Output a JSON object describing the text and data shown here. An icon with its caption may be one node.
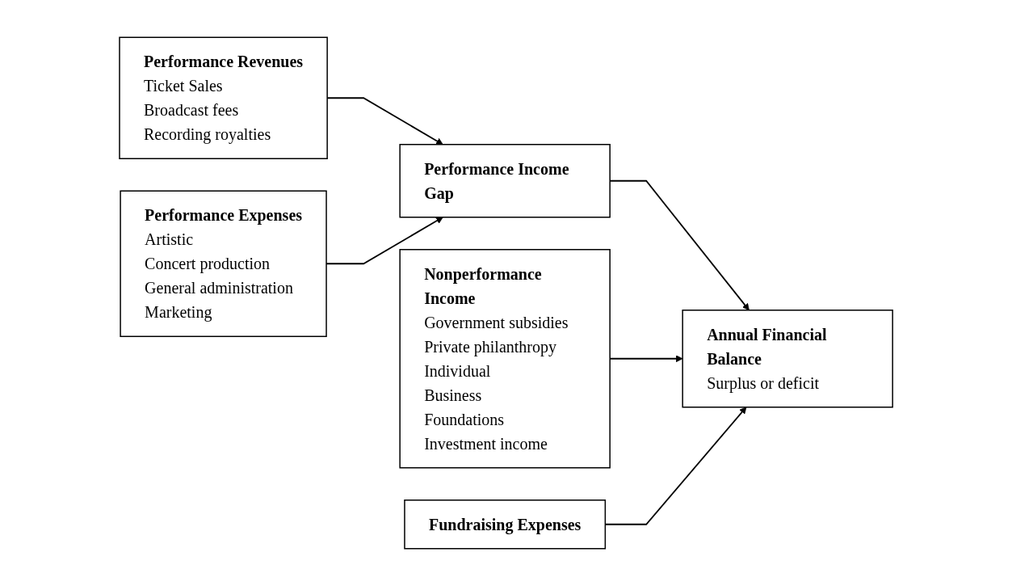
{
  "diagram": {
    "nodes": [
      {
        "text": [
          "Performance Revenues",
          "Ticket Sales",
          "Broadcast fees",
          "Recording royalties"
        ]
      },
      {
        "text": [
          "Nonperformance Income",
          "Government subsidies",
          "Private philanthropy",
          "Individual",
          "Business",
          "Foundations",
          "Investment income"
        ]
      },
      {
        "text": [
          "Performance Income Gap"
        ]
      },
      {
        "text": [
          "Annual Financial Balance",
          "Surplus or deficit"
        ]
      },
      {
        "text": [
          "Performance Expenses",
          "Artistic",
          "Concert production",
          "General administration",
          "Marketing"
        ]
      },
      {
        "text": [
          "Fundraising Expenses"
        ]
      }
    ],
    "edges": [
      {
        "from": 0,
        "to": 2,
        "arrow": "to"
      },
      {
        "from": 4,
        "to": 2,
        "arrow": "to"
      },
      {
        "from": 2,
        "to": 3,
        "arrow": "to"
      },
      {
        "from": 1,
        "to": 3,
        "arrow": "to"
      },
      {
        "from": 5,
        "to": 3,
        "arrow": "to"
      }
    ]
  }
}
